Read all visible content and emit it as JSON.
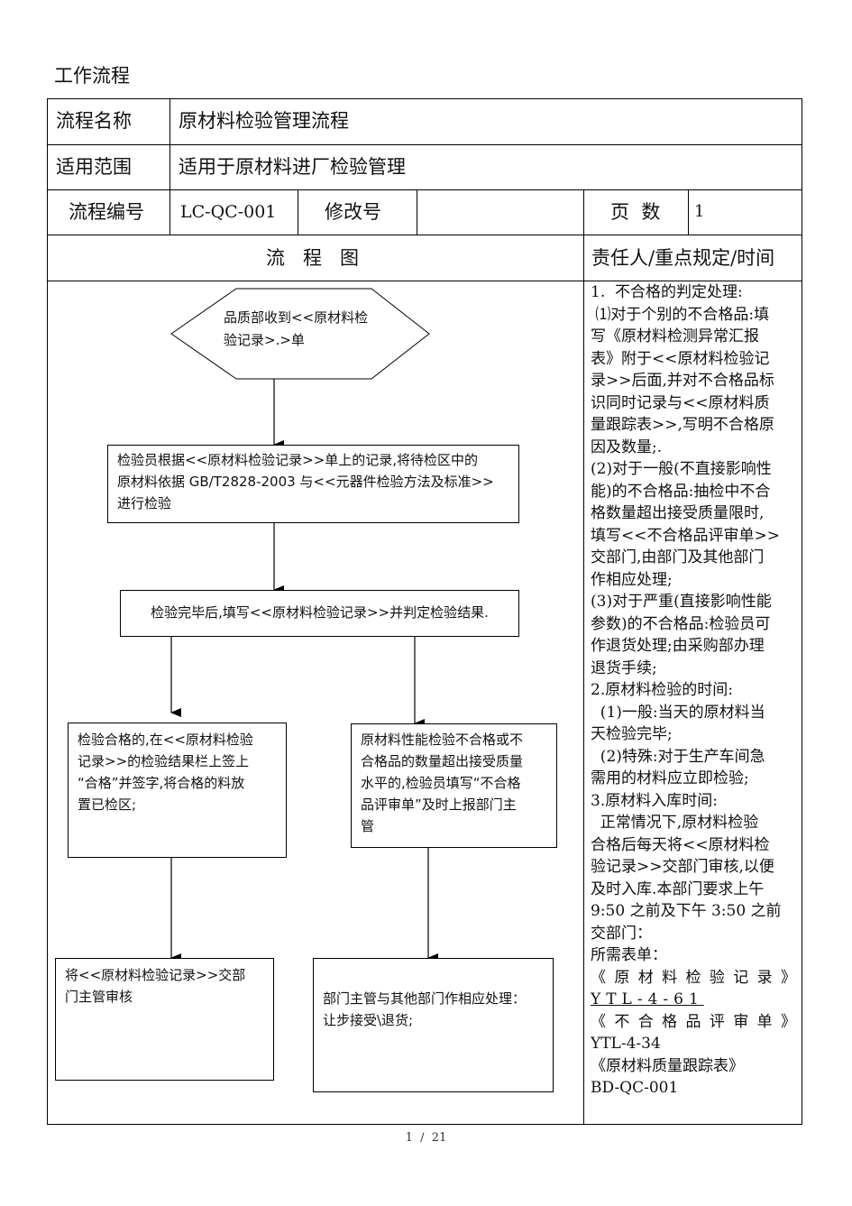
{
  "heading": "工作流程",
  "table": {
    "name_label": "流程名称",
    "name_value": "原材料检验管理流程",
    "scope_label": "适用范围",
    "scope_value": "适用于原材料进厂检验管理",
    "code_label": "流程编号",
    "code_value": "LC-QC-001",
    "revision_label": "修改号",
    "revision_value": "",
    "pages_label": "页  数",
    "pages_value": "1",
    "flow_header": "流   程   图",
    "resp_header": "责任人/重点规定/时间"
  },
  "flowchart": {
    "start": [
      "品质部收到<<原材料检",
      "验记录>.>单"
    ],
    "step1": [
      "检验员根据<<原材料检验记录>>单上的记录,将待检区中的",
      "原材料依据 GB/T2828-2003 与<<元器件检验方法及标准>>",
      "进行检验"
    ],
    "step2": "检验完毕后,填写<<原材料检验记录>>并判定检验结果.",
    "pass": [
      "检验合格的,在<<原材料检验",
      "记录>>的检验结果栏上签上",
      "“合格”并签字,将合格的料放",
      "置已检区;"
    ],
    "fail": [
      "原材料性能检验不合格或不",
      "合格品的数量超出接受质量",
      "水平的,检验员填写“不合格",
      "品评审单”及时上报部门主",
      "管"
    ],
    "pass_next": [
      "将<<原材料检验记录>>交部",
      "门主管审核"
    ],
    "fail_next": [
      "部门主管与其他部门作相应处理：",
      "让步接受\\退货;"
    ]
  },
  "notes": [
    "1.  不合格的判定处理:",
    " ⑴对于个别的不合格品:填",
    "写《原材料检测异常汇报",
    "表》附于<<原材料检验记",
    "录>>后面,并对不合格品标",
    "识同时记录与<<原材料质",
    "量跟踪表>>,写明不合格原",
    "因及数量;.",
    "(2)对于一般(不直接影响性",
    "能)的不合格品:抽检中不合",
    "格数量超出接受质量限时,",
    "填写<<不合格品评审单>>",
    "交部门,由部门及其他部门",
    "作相应处理;",
    "(3)对于严重(直接影响性能",
    "参数)的不合格品:检验员可",
    "作退货处理;由采购部办理",
    "退货手续;",
    "2.原材料检验的时间:",
    "  (1)一般:当天的原材料当",
    "天检验完毕;",
    "  (2)特殊:对于生产车间急",
    "需用的材料应立即检验;",
    "3.原材料入库时间:",
    "  正常情况下,原材料检验",
    "合格后每天将<<原材料检",
    "验记录>>交部门审核,以便",
    "及时入库.本部门要求上午",
    "9:50 之前及下午 3:50 之前",
    "交部门：",
    "所需表单：",
    "《原材料检验记录》",
    "YTL-4-61",
    "《不合格品评审单》",
    "YTL-4-34",
    "《原材料质量跟踪表》",
    "BD-QC-001"
  ],
  "footer": "1  /  21"
}
